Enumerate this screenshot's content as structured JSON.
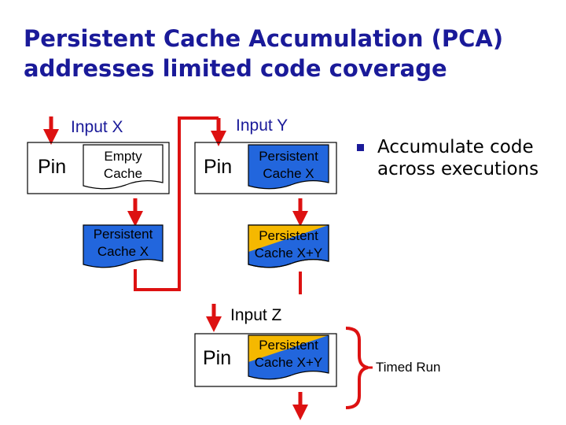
{
  "title": {
    "line1": "Persistent Cache Accumulation (PCA)",
    "line2": "addresses limited code coverage"
  },
  "run1": {
    "input_label": "Input X",
    "pin_label": "Pin",
    "cache_in_line1": "Empty",
    "cache_in_line2": "Cache",
    "cache_out_line1": "Persistent",
    "cache_out_line2": "Cache X"
  },
  "run2": {
    "input_label": "Input Y",
    "pin_label": "Pin",
    "cache_in_line1": "Persistent",
    "cache_in_line2": "Cache X",
    "cache_out_line1": "Persistent",
    "cache_out_line2": "Cache X+Y"
  },
  "run3": {
    "input_label": "Input Z",
    "pin_label": "Pin",
    "cache_in_line1": "Persistent",
    "cache_in_line2": "Cache X+Y"
  },
  "bullet": {
    "line1": "Accumulate code",
    "line2": "across executions"
  },
  "timed_run_label": "Timed Run",
  "colors": {
    "title": "#1a1a99",
    "arrow": "#dd1111",
    "cache_blue": "#2266dd",
    "cache_gold": "#f5b800",
    "bullet": "#1a1a99"
  }
}
